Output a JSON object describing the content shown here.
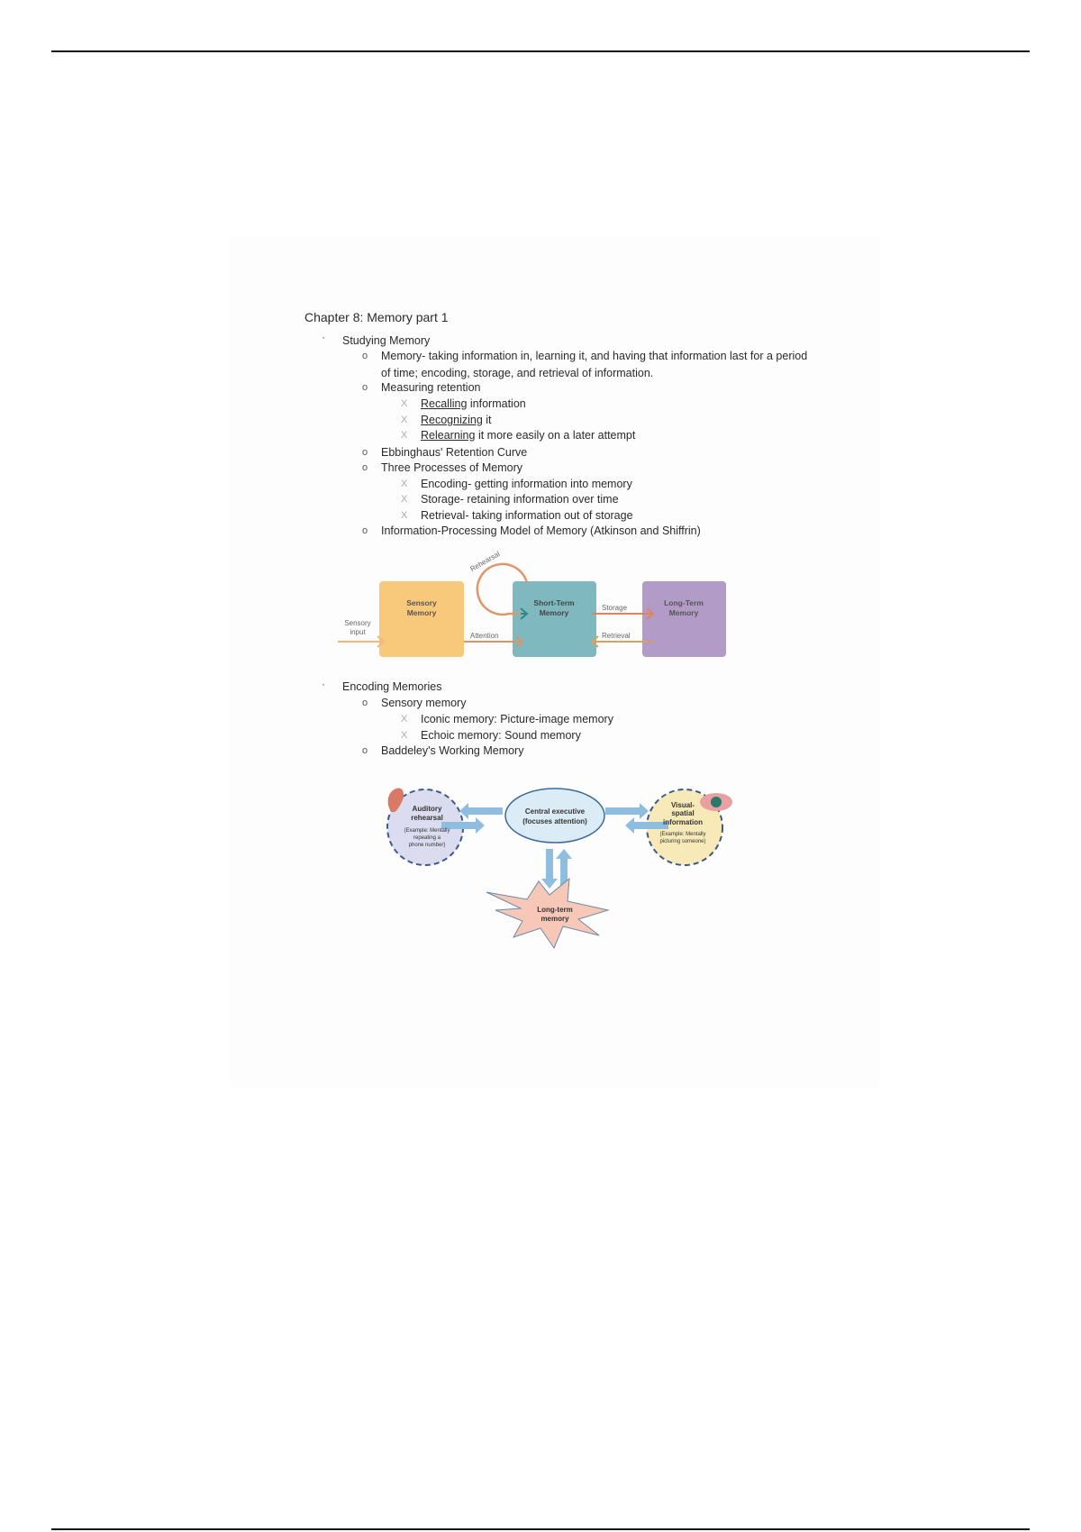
{
  "title": "Chapter 8: Memory part 1",
  "bullets": {
    "l1": "▪",
    "l2": "o",
    "l3": "X"
  },
  "sections": [
    {
      "heading": "Studying Memory",
      "memory_def_1": "Memory- taking information in, learning it, and having that information last for a period",
      "memory_def_2": "of time; encoding, storage, and retrieval of information.",
      "measuring": "Measuring retention",
      "recalling_u": "Recalling",
      "recalling_rest": " information",
      "recognizing_u": "Recognizing",
      "recognizing_rest": " it",
      "relearning_u": "Relearning",
      "relearning_rest": " it more easily on a later attempt",
      "ebbinghaus": "Ebbinghaus' Retention Curve",
      "three": "Three Processes of Memory",
      "encoding": "Encoding- getting information into memory",
      "storage": "Storage- retaining information over time",
      "retrieval": "Retrieval- taking information out of storage",
      "model": "Information-Processing Model of Memory (Atkinson and Shiffrin)"
    },
    {
      "heading": "Encoding Memories",
      "sensory": "Sensory memory",
      "iconic": "Iconic memory: Picture-image memory",
      "echoic": "Echoic memory: Sound memory",
      "baddeley": "Baddeley's Working Memory"
    }
  ],
  "diagram1": {
    "sensory_input": [
      "Sensory",
      "input"
    ],
    "sensory_memory": [
      "Sensory",
      "Memory"
    ],
    "short_term": [
      "Short-Term",
      "Memory"
    ],
    "long_term": [
      "Long-Term",
      "Memory"
    ],
    "rehearsal": "Rehearsal",
    "attention": "Attention",
    "storage": "Storage",
    "retrieval": "Retrieval",
    "colors": {
      "sensory": "#f8c97a",
      "short": "#7fb9bf",
      "long": "#b39bc8"
    }
  },
  "diagram2": {
    "auditory": [
      "Auditory",
      "rehearsal",
      "(Example: Mentally",
      "repeating a",
      "phone number)"
    ],
    "central": [
      "Central executive",
      "(focuses attention)"
    ],
    "visual": [
      "Visual-",
      "spatial",
      "information",
      "(Example: Mentally",
      "picturing someone)"
    ],
    "long_term": [
      "Long-term",
      "memory"
    ]
  }
}
